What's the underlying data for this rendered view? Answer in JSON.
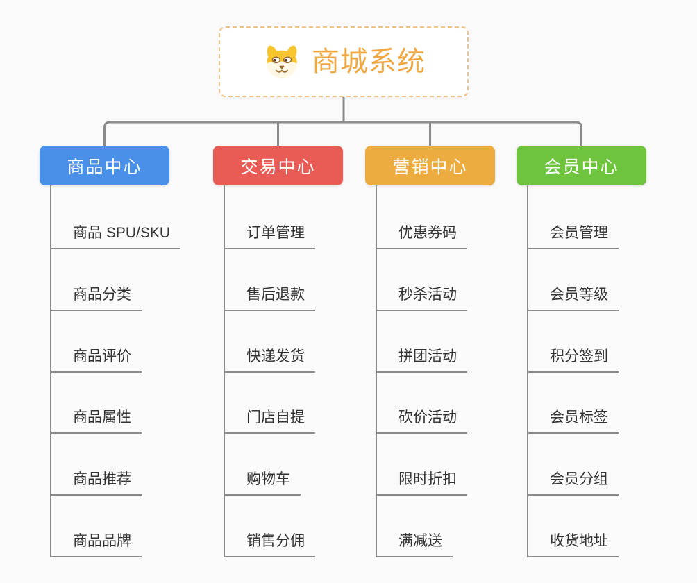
{
  "app": {
    "background_color": "#FAFAFA",
    "connector_color": "#8A8A8A",
    "leaf_text_color": "#333333"
  },
  "root": {
    "title": "商城系统",
    "title_color": "#F0A843",
    "border_color": "#F2C184",
    "icon": "shiba-dog-icon"
  },
  "branches": [
    {
      "label": "商品中心",
      "color": "#4A90E8",
      "children": [
        "商品 SPU/SKU",
        "商品分类",
        "商品评价",
        "商品属性",
        "商品推荐",
        "商品品牌"
      ]
    },
    {
      "label": "交易中心",
      "color": "#E95B55",
      "children": [
        "订单管理",
        "售后退款",
        "快递发货",
        "门店自提",
        "购物车",
        "销售分佣"
      ]
    },
    {
      "label": "营销中心",
      "color": "#EDAC40",
      "children": [
        "优惠券码",
        "秒杀活动",
        "拼团活动",
        "砍价活动",
        "限时折扣",
        "满减送"
      ]
    },
    {
      "label": "会员中心",
      "color": "#6EC43C",
      "children": [
        "会员管理",
        "会员等级",
        "积分签到",
        "会员标签",
        "会员分组",
        "收货地址"
      ]
    }
  ]
}
